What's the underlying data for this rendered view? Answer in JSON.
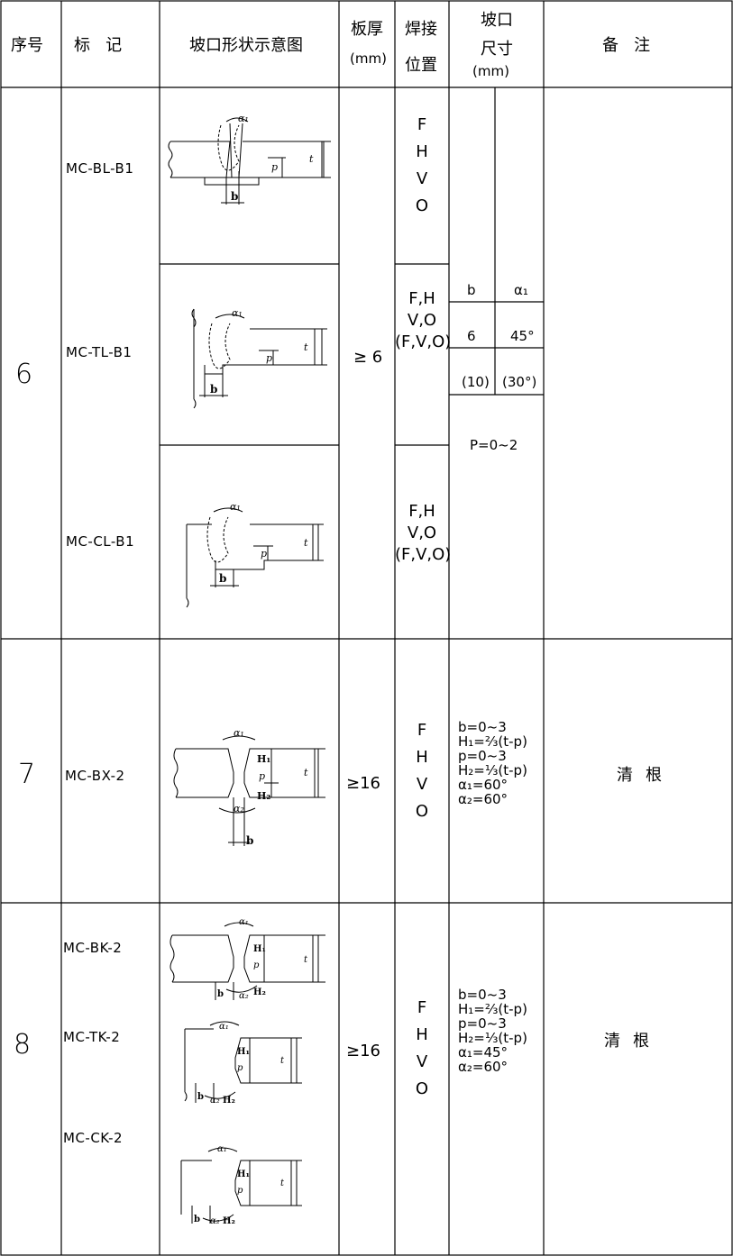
{
  "headers": {
    "seq": "序号",
    "mark": "标   记",
    "shape": "坡口形状示意图",
    "thickness_l1": "板厚",
    "thickness_l2": "(mm)",
    "weld_pos_l1": "焊接",
    "weld_pos_l2": "位置",
    "groove_l1": "坡口",
    "groove_l2": "尺寸",
    "groove_l3": "(mm)",
    "remark": "备   注"
  },
  "rows": [
    {
      "seq": "6",
      "thickness": "≥ 6",
      "subrows": [
        {
          "mark": "MC-BL-B1",
          "position": "F\nH\nV\nO"
        },
        {
          "mark": "MC-TL-B1",
          "position": "F,H\nV,O\n(F,V,O)"
        },
        {
          "mark": "MC-CL-B1",
          "position": "F,H\nV,O\n(F,V,O)"
        }
      ],
      "dims": {
        "head_b": "b",
        "head_a": "α₁",
        "val_b": "6",
        "val_a": "45°",
        "alt_b": "(10)",
        "alt_a": "(30°)",
        "p": "P=0~2"
      },
      "remark": ""
    },
    {
      "seq": "7",
      "mark": "MC-BX-2",
      "thickness": "≥16",
      "position": "F\nH\nV\nO",
      "spec": "b=0~3\nH₁=⅔(t-p)\np=0~3\nH₂=⅓(t-p)\nα₁=60°\nα₂=60°",
      "remark": "清根"
    },
    {
      "seq": "8",
      "marks": [
        "MC-BK-2",
        "MC-TK-2",
        "MC-CK-2"
      ],
      "thickness": "≥16",
      "position": "F\nH\nV\nO",
      "spec": "b=0~3\nH₁=⅔(t-p)\np=0~3\nH₂=⅓(t-p)\nα₁=45°\nα₂=60°",
      "remark": "清根"
    }
  ],
  "diagram_labels": {
    "a1": "α₁",
    "a2": "α₂",
    "b": "b",
    "p": "p",
    "t": "t",
    "H1": "H₁",
    "H2": "H₂"
  }
}
